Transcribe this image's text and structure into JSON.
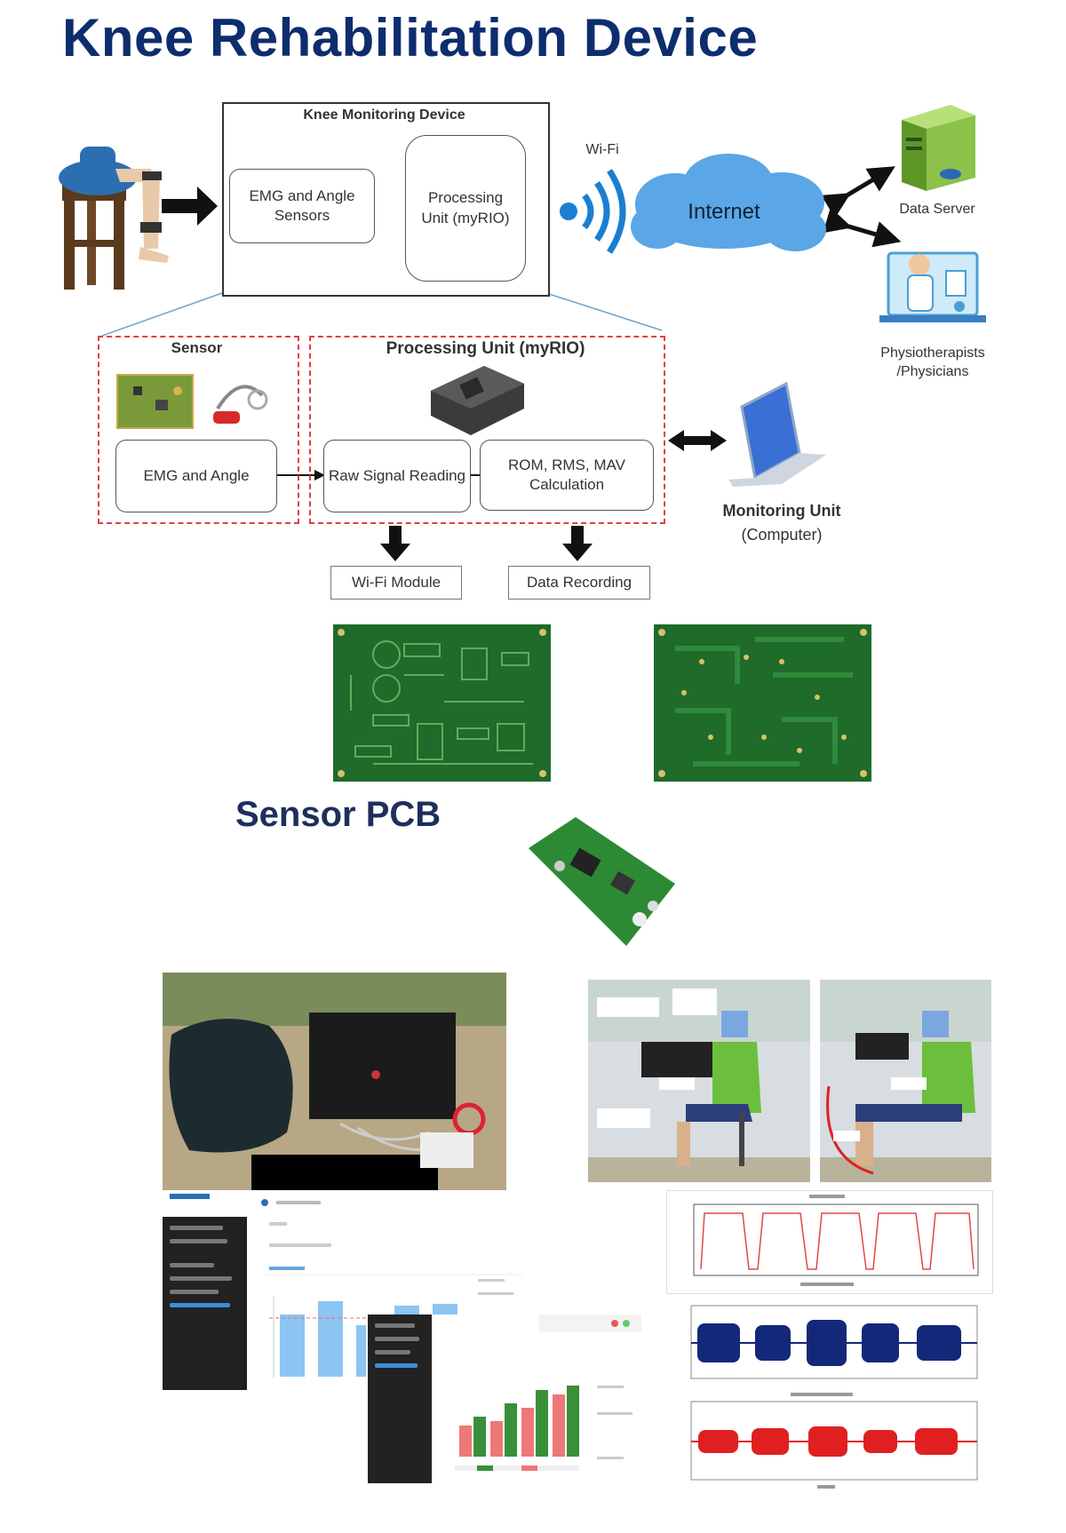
{
  "title": "Knee Rehabilitation Device",
  "subtitle": "Sensor PCB",
  "diagram": {
    "device_box_title": "Knee Monitoring Device",
    "emg_sensors": "EMG and Angle Sensors",
    "processing_unit": "Processing Unit (myRIO)",
    "wifi": "Wi-Fi",
    "internet": "Internet",
    "data_server": "Data Server",
    "physio": "Physiotherapists /Physicians",
    "sensor_title": "Sensor",
    "sensor_box": "EMG and Angle",
    "proc_title": "Processing Unit (myRIO)",
    "raw_signal": "Raw Signal Reading",
    "rom_calc": "ROM, RMS, MAV Calculation",
    "monitoring_unit": "Monitoring Unit",
    "monitoring_sub": "(Computer)",
    "wifi_module": "Wi-Fi Module",
    "data_recording": "Data Recording"
  },
  "colors": {
    "title": "#0d2d6e",
    "pcb_green": "#1f6b2a",
    "dashed_red": "#e04040",
    "wifi_blue": "#1a7fd1",
    "cloud_blue": "#5aa6e6",
    "bar_blue": "#8cc4f2",
    "signal_blue": "#14287a",
    "signal_red": "#e02020",
    "knee_curve": "#e04848"
  }
}
